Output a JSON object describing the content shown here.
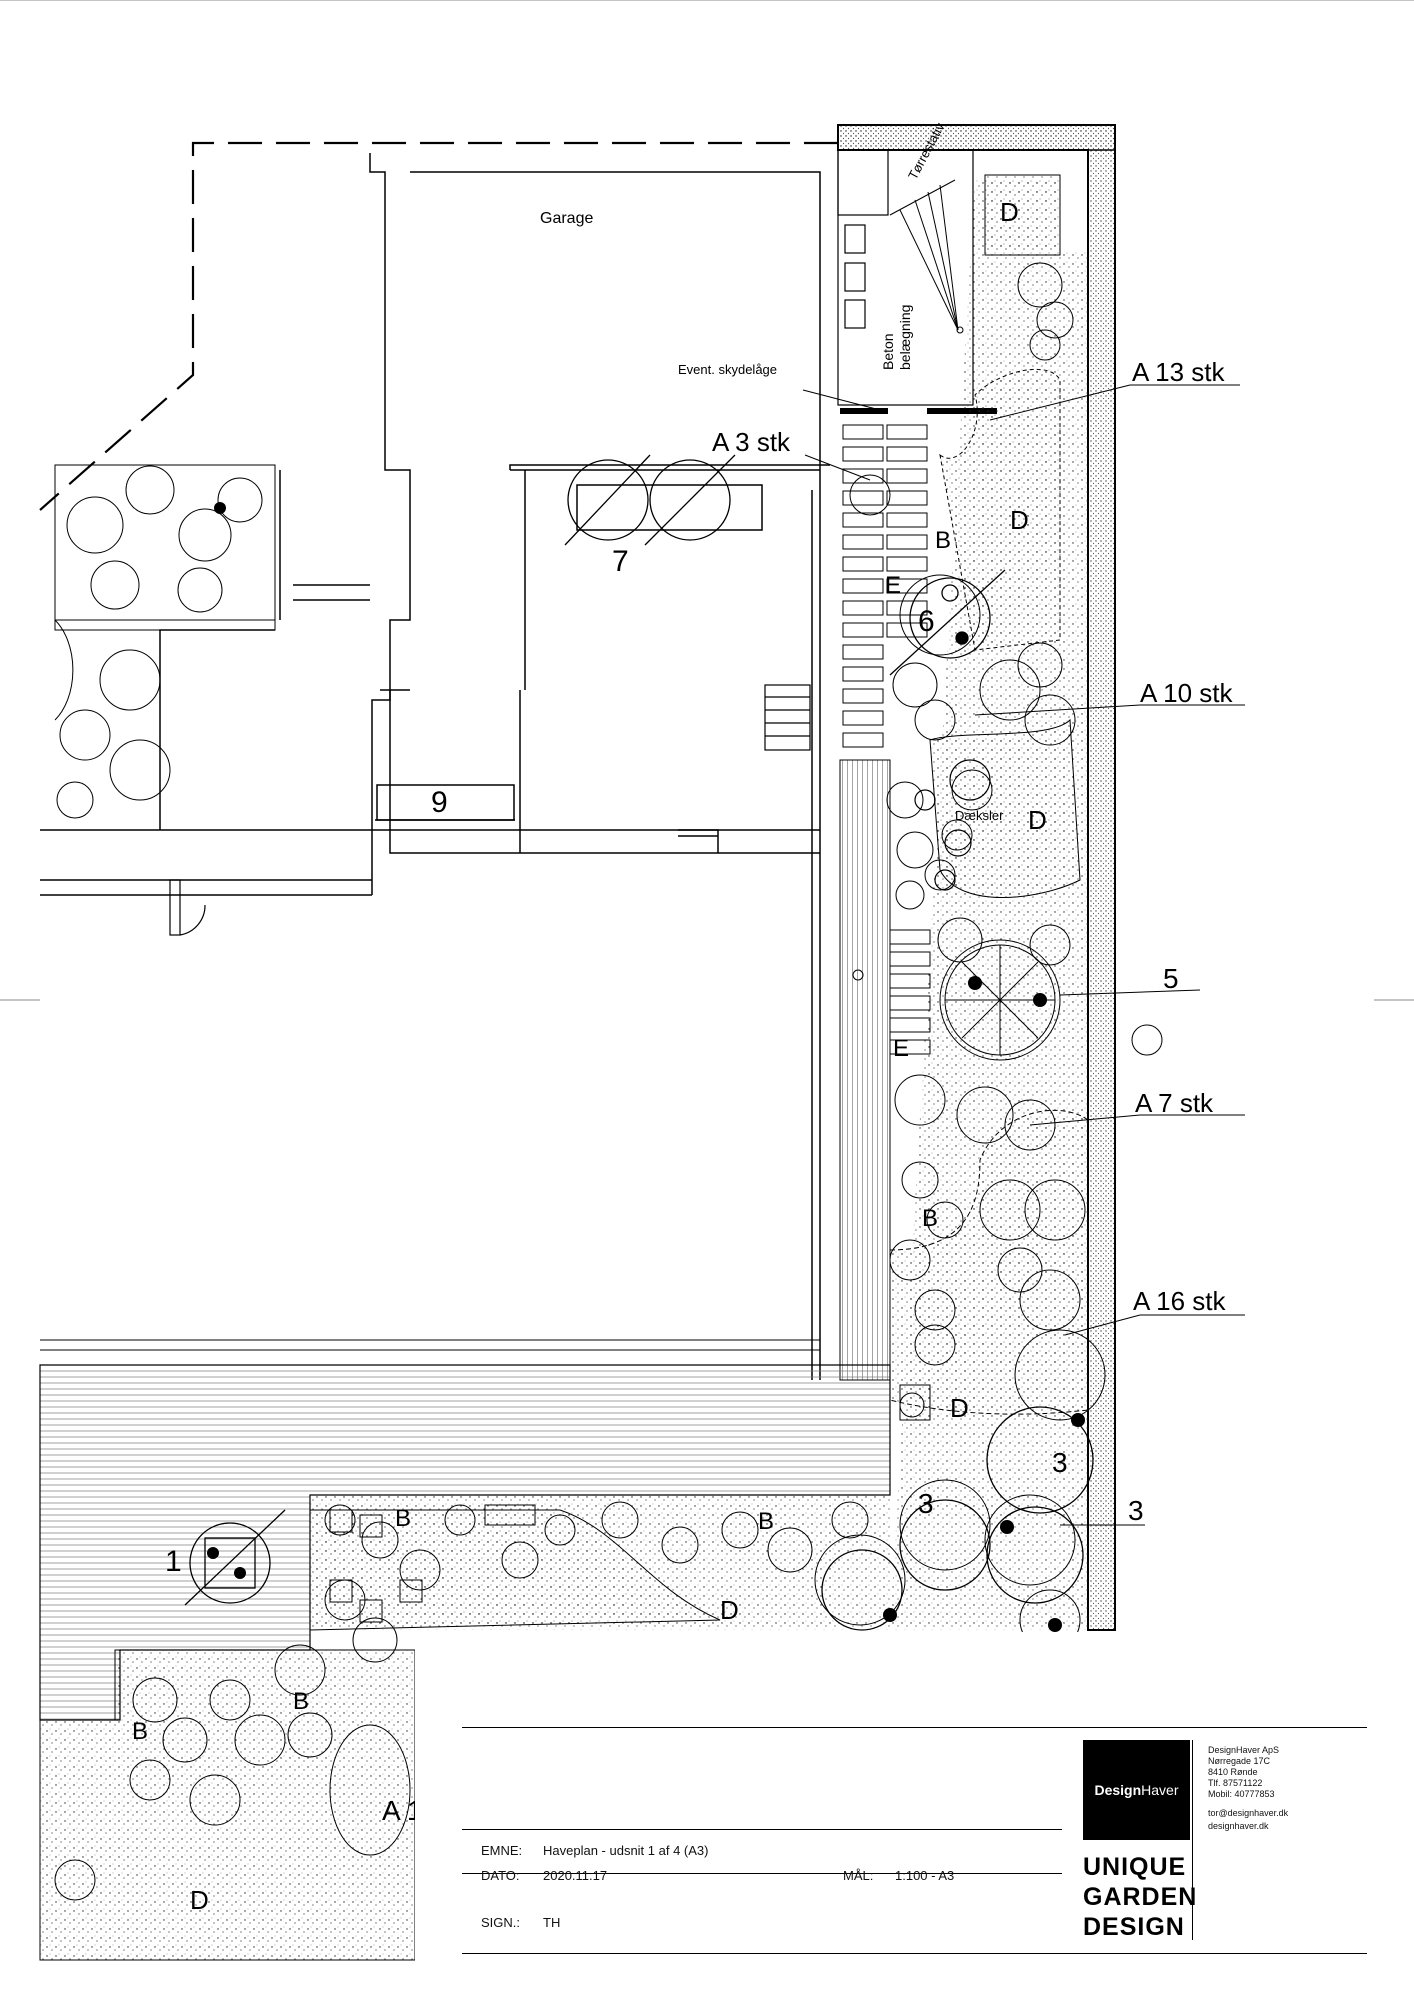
{
  "plan": {
    "garage_label": "Garage",
    "drying_rack_label": "Tørrestativ",
    "concrete_label_line1": "Beton",
    "concrete_label_line2": "belægning",
    "sliding_gate_label": "Event. skydelåge",
    "cover_label": "Dæksler",
    "callouts": [
      "A 13 stk",
      "A 3 stk",
      "A 10 stk",
      "5",
      "A 7 stk",
      "A 16 stk",
      "3",
      "3",
      "3",
      "A 1"
    ],
    "numbers": [
      "7",
      "6",
      "9",
      "1"
    ],
    "zone_letters": [
      "D",
      "D",
      "B",
      "E",
      "D",
      "D",
      "E",
      "B",
      "D",
      "B",
      "B",
      "D",
      "B",
      "B",
      "D"
    ]
  },
  "title_block": {
    "emne_label": "EMNE:",
    "emne_value": "Haveplan - udsnit 1 af 4 (A3)",
    "dato_label": "DATO:",
    "dato_value": "2020.11.17",
    "maal_label": "MÅL:",
    "maal_value": "1:100 - A3",
    "sign_label": "SIGN.:",
    "sign_value": "TH"
  },
  "company": {
    "logo_bold": "Design",
    "logo_regular": "Haver",
    "motto": [
      "UNIQUE",
      "GARDEN",
      "DESIGN"
    ],
    "address_lines": [
      "DesignHaver ApS",
      "Nørregade 17C",
      "8410 Rønde",
      "Tlf. 87571122",
      "Mobil: 40777853"
    ],
    "email": "tor@designhaver.dk",
    "web": "designhaver.dk"
  }
}
